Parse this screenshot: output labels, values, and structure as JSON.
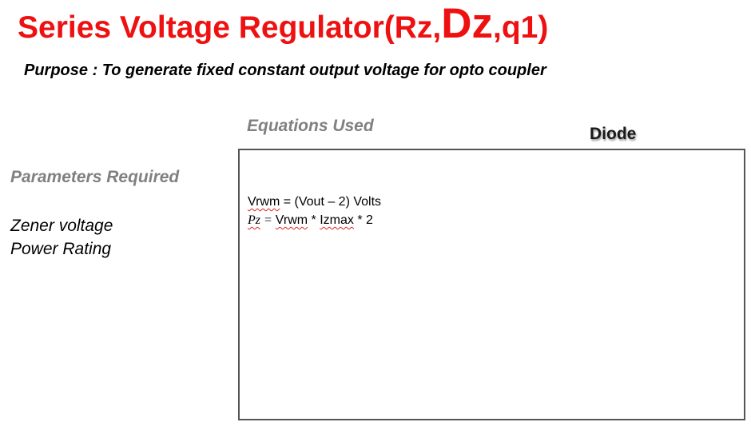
{
  "title": {
    "prefix": "Series Voltage Regulator(Rz,",
    "emphasis": "Dz",
    "suffix": ",q1)"
  },
  "purpose": "Purpose : To generate fixed constant output voltage for opto coupler",
  "equations": {
    "heading": "Equations Used",
    "line1_var": "Vrwm",
    "line1_rest": " = (Vout – 2) Volts",
    "line2_pz": "Pz",
    "line2_eq": " = ",
    "line2_var1": "Vrwm",
    "line2_mid": " * ",
    "line2_var2": "Izmax",
    "line2_rest": " * 2"
  },
  "diode_label": "Diode",
  "parameters": {
    "heading": "Parameters Required",
    "items": [
      "Zener voltage",
      "Power Rating"
    ]
  },
  "colors": {
    "title": "#ee1111",
    "heading_gray": "#808080",
    "box_border": "#555555",
    "spell_underline": "#dd2222"
  }
}
